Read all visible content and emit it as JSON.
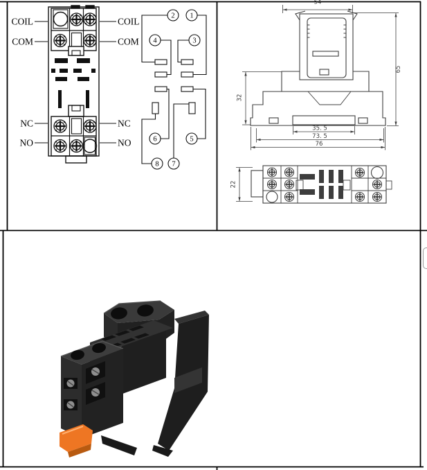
{
  "pinout_panel": {
    "left_labels": [
      "COIL",
      "COM",
      "NC",
      "NO"
    ],
    "right_labels": [
      "COIL",
      "COM",
      "NC",
      "NO"
    ]
  },
  "schematic_panel": {
    "pin_numbers": [
      "2",
      "1",
      "4",
      "3",
      "6",
      "5",
      "8",
      "7"
    ]
  },
  "dimension_panel": {
    "side_view": {
      "top_width": "54",
      "right_height": "65",
      "left_height": "32",
      "rail_slot_width": "35. 5",
      "mid_width": "73. 5",
      "overall_width": "76"
    },
    "bottom_view": {
      "side_height": "22"
    }
  },
  "colors": {
    "table_line": "#000000",
    "pinout_line": "#101010",
    "dimension_line": "#3d3d3d",
    "socket_body": "#262626",
    "lever_orange": "#ee7623",
    "background": "#ffffff"
  }
}
